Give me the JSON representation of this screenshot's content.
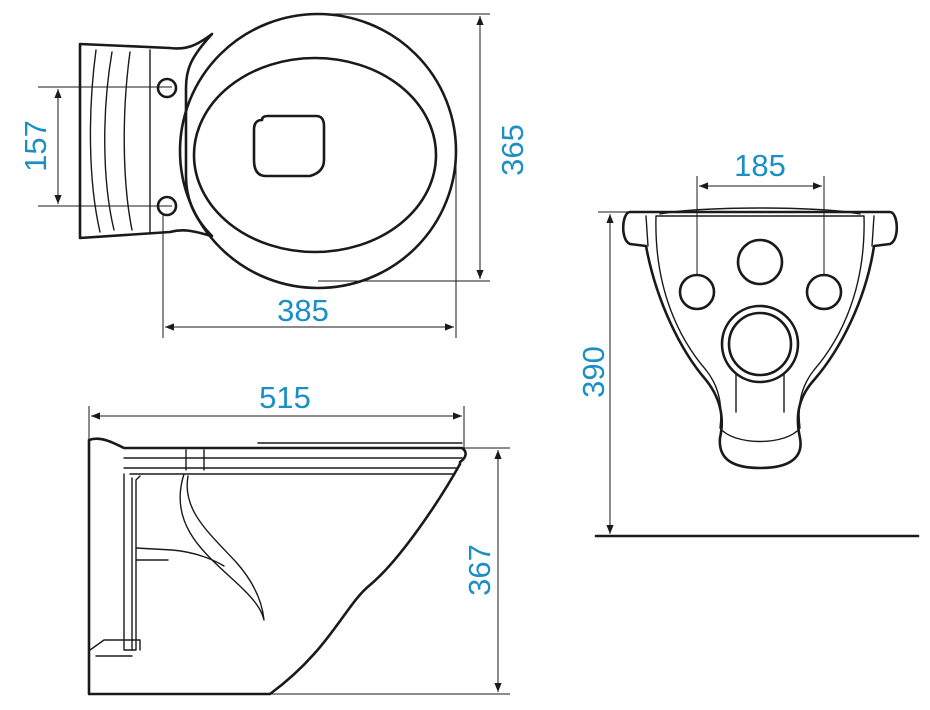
{
  "colors": {
    "dimension": "#1b8fc4",
    "line": "#1a1a1a",
    "background": "#ffffff"
  },
  "dimensions": {
    "top_hole_spacing": "157",
    "top_depth": "365",
    "top_width": "385",
    "side_length": "515",
    "side_height": "367",
    "front_hole_spacing": "185",
    "front_height": "390"
  }
}
